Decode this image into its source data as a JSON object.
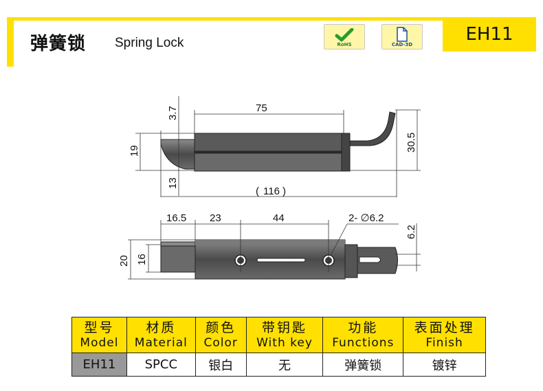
{
  "header": {
    "title_cn": "弹簧锁",
    "title_en": "Spring Lock",
    "rohs_label": "RoHS",
    "cad_label": "CAD-3D",
    "model_code": "EH11"
  },
  "colors": {
    "accent": "#ffe000",
    "part_fill": "#555555",
    "table_first_cell": "#999999"
  },
  "drawing": {
    "side_view": {
      "dim_top_height": "3.7",
      "dim_length": "75",
      "dim_total_height": "30.5",
      "dim_left_height": "19",
      "dim_bottom_height": "13",
      "dim_total_length": "116"
    },
    "top_view": {
      "dim_offset": "16.5",
      "dim_hole_offset": "23",
      "dim_hole_spacing": "44",
      "dim_hole_spec": "2- ∅6.2",
      "dim_width": "20",
      "dim_inner_width": "16",
      "dim_slot": "6.2"
    }
  },
  "table": {
    "headers": [
      {
        "cn": "型号",
        "en": "Model"
      },
      {
        "cn": "材质",
        "en": "Material"
      },
      {
        "cn": "颜色",
        "en": "Color"
      },
      {
        "cn": "带钥匙",
        "en": "With key"
      },
      {
        "cn": "功能",
        "en": "Functions"
      },
      {
        "cn": "表面处理",
        "en": "Finish"
      }
    ],
    "row": [
      "EH11",
      "SPCC",
      "银白",
      "无",
      "弹簧锁",
      "镀锌"
    ]
  }
}
